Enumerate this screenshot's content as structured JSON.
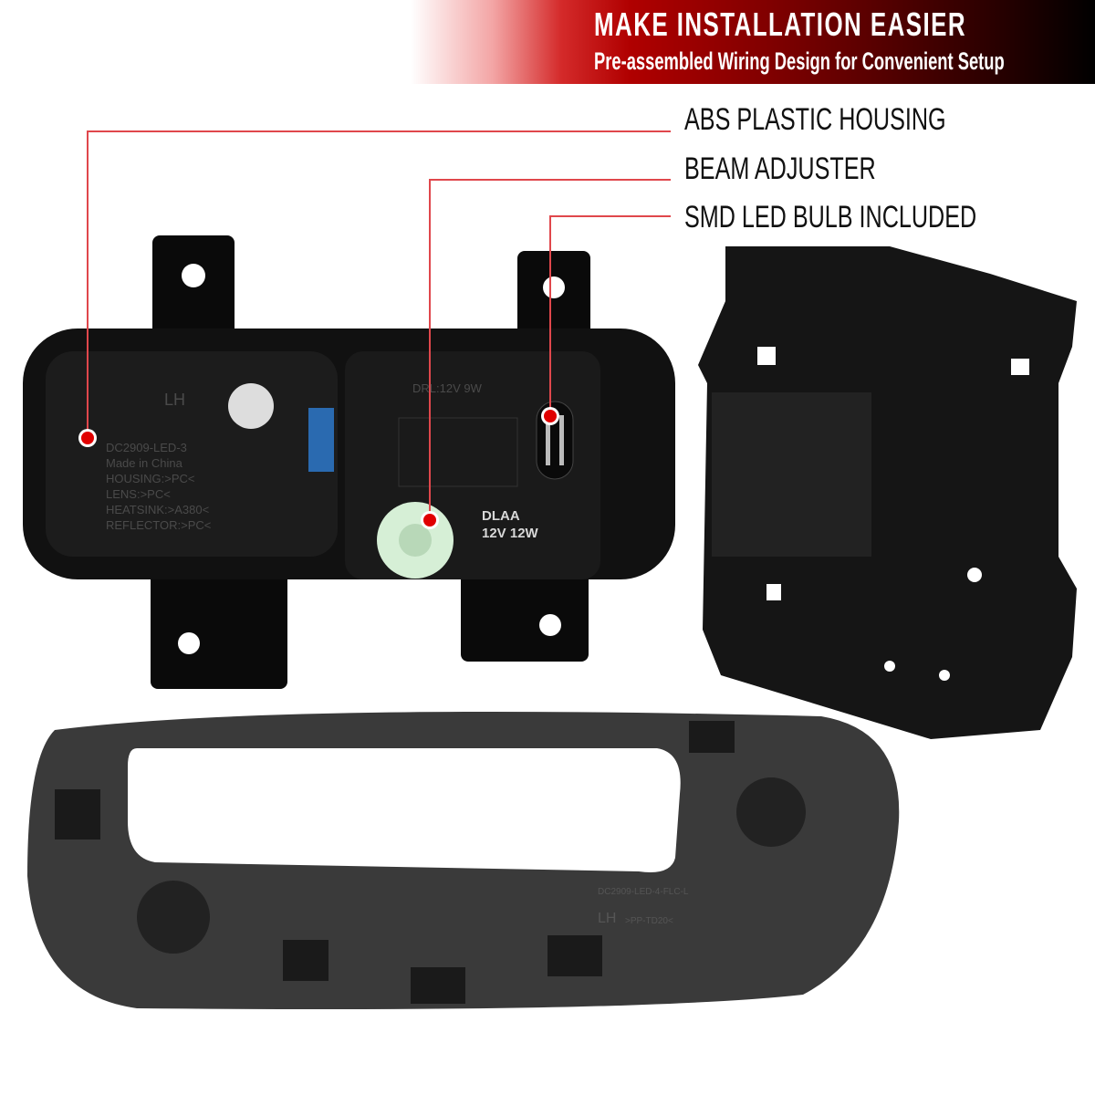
{
  "banner": {
    "title": "MAKE INSTALLATION EASIER",
    "subtitle": "Pre-assembled Wiring Design for Convenient Setup",
    "gradient_colors": [
      "#ffffff",
      "#b00000",
      "#000000"
    ]
  },
  "callouts": [
    {
      "label": "ABS PLASTIC HOUSING"
    },
    {
      "label": "BEAM ADJUSTER"
    },
    {
      "label": "SMD LED BULB INCLUDED"
    }
  ],
  "callout_line_color": "#e0474c",
  "callout_dot_color": "#e00000",
  "product_markings": {
    "side": "LH",
    "part_lines": [
      "DC2909-LED-3",
      "Made in China",
      "HOUSING:>PC<",
      "LENS:>PC<",
      "HEATSINK:>A380<",
      "REFLECTOR:>PC<"
    ],
    "drl": "DRL:12V  9W",
    "bulb_lines": [
      "DLAA",
      "12V 12W"
    ],
    "bezel_code": "DC2909-LED-4-FLC-L",
    "bezel_side": "LH",
    "bezel_material": ">PP-TD20<"
  }
}
